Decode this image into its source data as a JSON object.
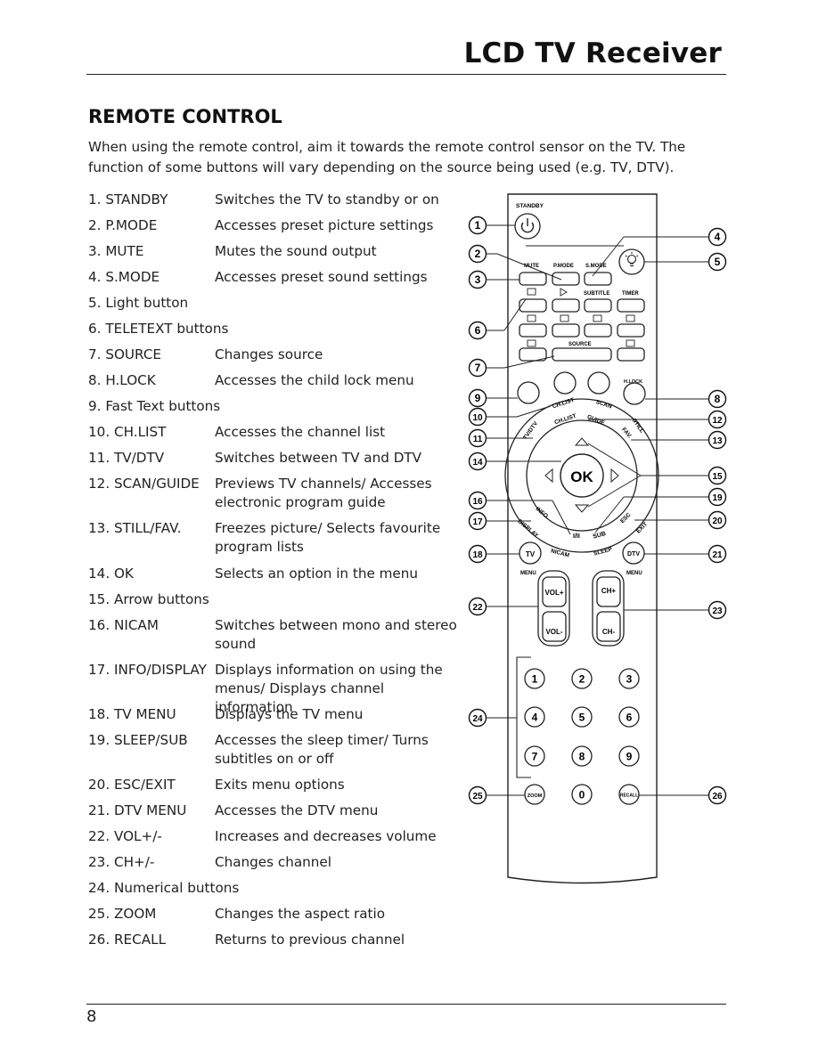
{
  "header": {
    "title": "LCD TV Receiver"
  },
  "section": {
    "title": "REMOTE CONTROL",
    "intro": "When using the remote control, aim it towards the remote control sensor on the TV. The function of some buttons will vary depending on the source being used (e.g. TV, DTV)."
  },
  "items": [
    {
      "name": "1.   STANDBY",
      "desc": "Switches the TV to standby or on"
    },
    {
      "name": "2.   P.MODE",
      "desc": "Accesses preset picture settings"
    },
    {
      "name": "3.   MUTE",
      "desc": "Mutes the sound output"
    },
    {
      "name": "4.   S.MODE",
      "desc": "Accesses preset sound settings"
    },
    {
      "name": "5.   Light button",
      "desc": ""
    },
    {
      "name": "6.   TELETEXT buttons",
      "desc": ""
    },
    {
      "name": "7.   SOURCE",
      "desc": "Changes source"
    },
    {
      "name": "8.   H.LOCK",
      "desc": "Accesses the child lock menu"
    },
    {
      "name": "9.   Fast Text buttons",
      "desc": ""
    },
    {
      "name": "10. CH.LIST",
      "desc": "Accesses the channel list"
    },
    {
      "name": "11. TV/DTV",
      "desc": "Switches between TV and DTV"
    },
    {
      "name": "12. SCAN/GUIDE",
      "desc": "Previews TV channels/ Accesses electronic program guide"
    },
    {
      "name": "13. STILL/FAV.",
      "desc": "Freezes picture/ Selects favourite program lists"
    },
    {
      "name": "14. OK",
      "desc": "Selects an option in the menu"
    },
    {
      "name": "15. Arrow buttons",
      "desc": ""
    },
    {
      "name": "16. NICAM",
      "desc": "Switches between mono and stereo sound"
    },
    {
      "name": "17. INFO/DISPLAY",
      "desc": "Displays information on using the menus/ Displays channel information"
    },
    {
      "name": "18. TV MENU",
      "desc": "Displays the TV menu"
    },
    {
      "name": "19. SLEEP/SUB",
      "desc": "Accesses the sleep timer/ Turns subtitles on or off"
    },
    {
      "name": "20. ESC/EXIT",
      "desc": "Exits menu options"
    },
    {
      "name": "21. DTV MENU",
      "desc": "Accesses the DTV menu"
    },
    {
      "name": "22. VOL+/-",
      "desc": "Increases and decreases volume"
    },
    {
      "name": "23. CH+/-",
      "desc": "Changes channel"
    },
    {
      "name": "24. Numerical buttons",
      "desc": ""
    },
    {
      "name": "25. ZOOM",
      "desc": "Changes the aspect ratio"
    },
    {
      "name": "26. RECALL",
      "desc": "Returns to previous channel"
    }
  ],
  "remote": {
    "labels": {
      "standby": "STANDBY",
      "mute": "MUTE",
      "pmode": "P.MODE",
      "smode": "S.MODE",
      "subtitle": "SUBTITLE",
      "timer": "TIMER",
      "source": "SOURCE",
      "hlock": "H.LOCK",
      "chlist_top": "CH.LIST",
      "scan": "SCAN",
      "chlist": "CH.LIST",
      "guide": "GUIDE",
      "tvdtv": "TV/DTV",
      "still": "STILL",
      "fav": "FAV.",
      "ok": "OK",
      "info": "INFO",
      "display": "DISPLAY",
      "iii": "I/II",
      "sub": "SUB",
      "esc": "ESC",
      "exit": "EXIT",
      "nicam": "NICAM",
      "sleep": "SLEEP",
      "tv": "TV",
      "dtv": "DTV",
      "menu_left": "MENU",
      "menu_right": "MENU",
      "volplus": "VOL+",
      "volminus": "VOL-",
      "chplus": "CH+",
      "chminus": "CH-",
      "zoom": "ZOOM",
      "recall": "RECALL"
    },
    "digits": [
      "1",
      "2",
      "3",
      "4",
      "5",
      "6",
      "7",
      "8",
      "9",
      "0"
    ],
    "callouts": [
      "1",
      "2",
      "3",
      "4",
      "5",
      "6",
      "7",
      "8",
      "9",
      "10",
      "11",
      "12",
      "13",
      "14",
      "15",
      "16",
      "17",
      "18",
      "19",
      "20",
      "21",
      "22",
      "23",
      "24",
      "25",
      "26"
    ]
  },
  "footer": {
    "page_number": "8"
  }
}
